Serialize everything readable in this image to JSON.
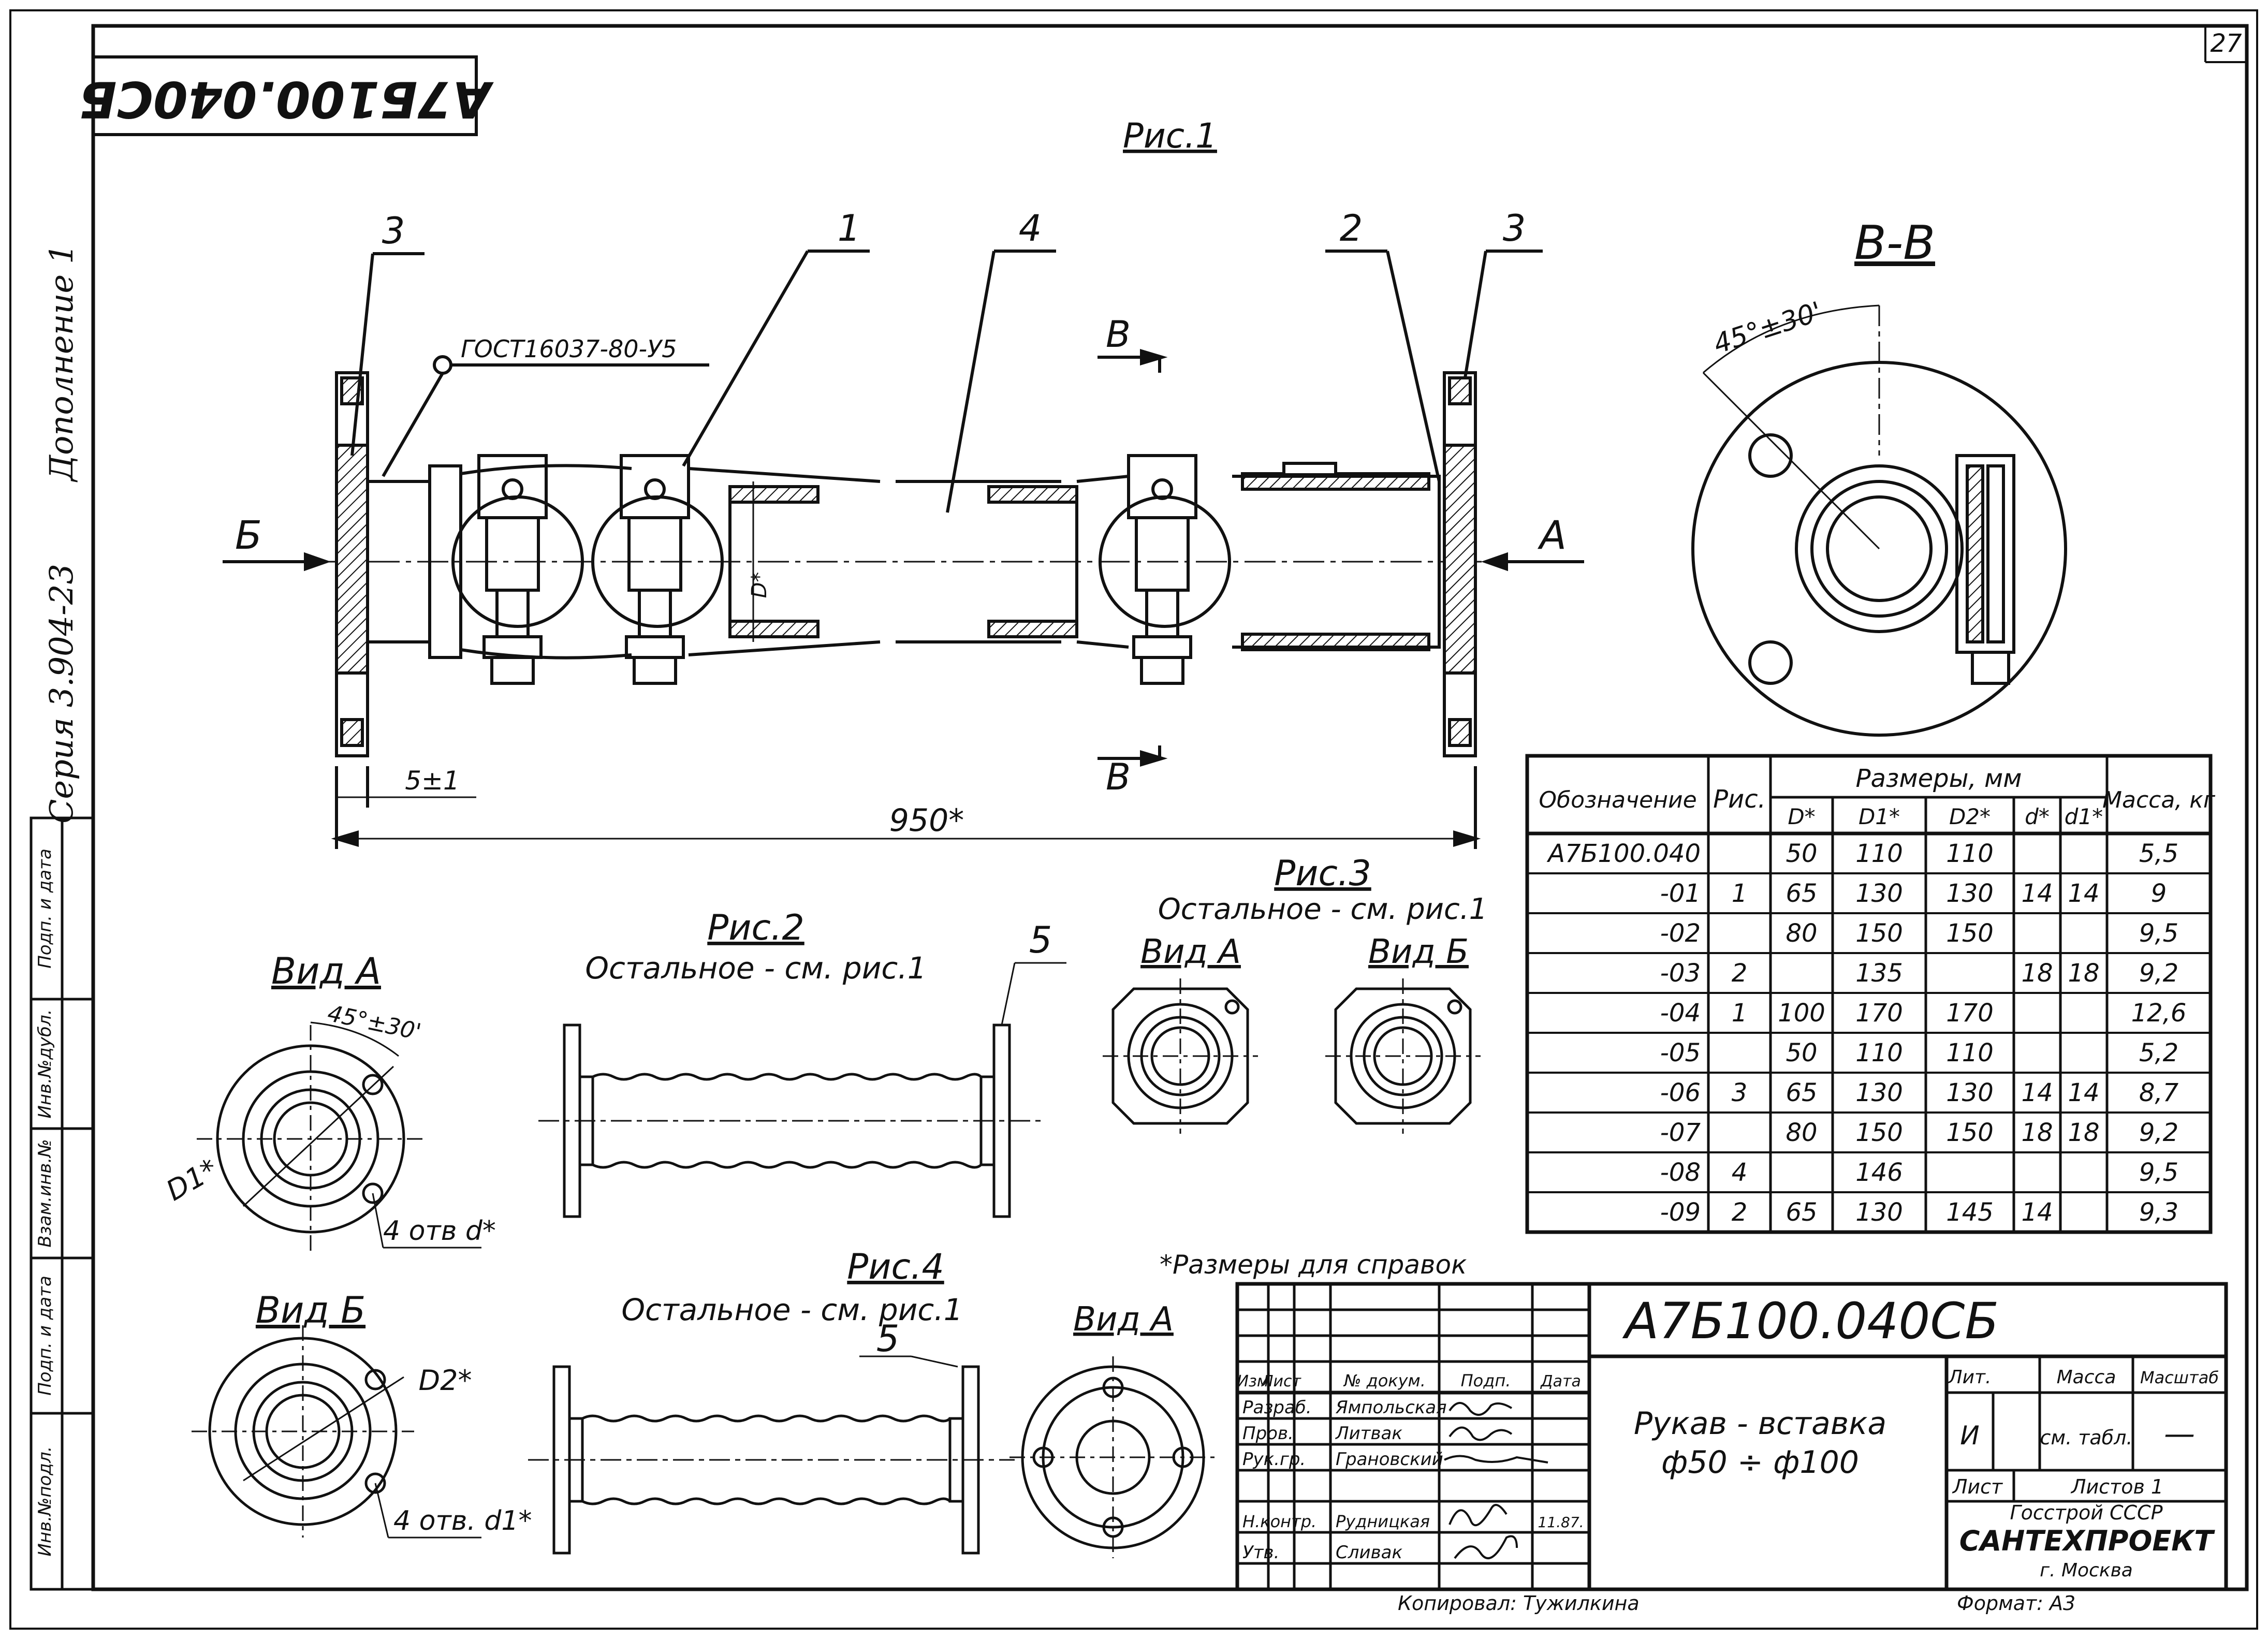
{
  "sheet": {
    "page_number": "27",
    "code_stamp": "А7Б100.040СБ",
    "side_text": {
      "supplement": "Дополнение 1",
      "series": "Серия  3.904-23"
    },
    "left_strip": [
      "Инв.№подл.",
      "Подп. и дата",
      "Взам.инв.№",
      "Инв.№дубл.",
      "Подп. и дата"
    ]
  },
  "fig1": {
    "title": "Рис.1",
    "callouts": [
      "3",
      "1",
      "4",
      "2",
      "3"
    ],
    "gost": "ГОСТ16037-80-У5",
    "section_mark": "В",
    "arrow_left": "Б",
    "arrow_right": "А",
    "dim_flange": "5±1",
    "dim_length": "950*",
    "dim_d": "D*"
  },
  "section_bb": {
    "title": "В-В",
    "angle": "45°±30'"
  },
  "fig2": {
    "title": "Рис.2",
    "note": "Остальное - см. рис.1",
    "callout": "5"
  },
  "fig3": {
    "title": "Рис.3",
    "note": "Остальное - см. рис.1",
    "view_a": "Вид А",
    "view_b": "Вид Б"
  },
  "fig4": {
    "title": "Рис.4",
    "note": "Остальное - см. рис.1",
    "callout": "5",
    "view_a": "Вид А"
  },
  "view_a": {
    "title": "Вид А",
    "angle": "45°±30'",
    "dia": "D1*",
    "holes": "4 отв d*"
  },
  "view_b": {
    "title": "Вид Б",
    "dia": "D2*",
    "holes": "4 отв. d1*"
  },
  "ref_note": "*Размеры для справок",
  "table": {
    "headers": {
      "designation": "Обозначение",
      "fig": "Рис.",
      "sizes": "Размеры, мм",
      "D": "D*",
      "D1": "D1*",
      "D2": "D2*",
      "d": "d*",
      "d1": "d1*",
      "mass": "Масса, кг"
    },
    "rows": [
      {
        "des": "А7Б100.040",
        "fig": "",
        "D": "50",
        "D1": "110",
        "D2": "110",
        "d": "",
        "d1": "",
        "mass": "5,5"
      },
      {
        "des": "-01",
        "fig": "1",
        "D": "65",
        "D1": "130",
        "D2": "130",
        "d": "14",
        "d1": "14",
        "mass": "9"
      },
      {
        "des": "-02",
        "fig": "",
        "D": "80",
        "D1": "150",
        "D2": "150",
        "d": "",
        "d1": "",
        "mass": "9,5"
      },
      {
        "des": "-03",
        "fig": "2",
        "D": "",
        "D1": "135",
        "D2": "",
        "d": "18",
        "d1": "18",
        "mass": "9,2"
      },
      {
        "des": "-04",
        "fig": "1",
        "D": "100",
        "D1": "170",
        "D2": "170",
        "d": "",
        "d1": "",
        "mass": "12,6"
      },
      {
        "des": "-05",
        "fig": "",
        "D": "50",
        "D1": "110",
        "D2": "110",
        "d": "",
        "d1": "",
        "mass": "5,2"
      },
      {
        "des": "-06",
        "fig": "3",
        "D": "65",
        "D1": "130",
        "D2": "130",
        "d": "14",
        "d1": "14",
        "mass": "8,7"
      },
      {
        "des": "-07",
        "fig": "",
        "D": "80",
        "D1": "150",
        "D2": "150",
        "d": "18",
        "d1": "18",
        "mass": "9,2"
      },
      {
        "des": "-08",
        "fig": "4",
        "D": "",
        "D1": "146",
        "D2": "",
        "d": "",
        "d1": "",
        "mass": "9,5"
      },
      {
        "des": "-09",
        "fig": "2",
        "D": "65",
        "D1": "130",
        "D2": "145",
        "d": "14",
        "d1": "",
        "mass": "9,3"
      }
    ]
  },
  "titleblock": {
    "code": "А7Б100.040СБ",
    "name_line1": "Рукав - вставка",
    "name_line2": "ф50 ÷ ф100",
    "hdr_izm": "Изм",
    "hdr_list": "Лист",
    "hdr_doc": "№ докум.",
    "hdr_podp": "Подп.",
    "hdr_date": "Дата",
    "role_razrab": "Разраб.",
    "role_prov": "Пров.",
    "role_rukgr": "Рук.гр.",
    "role_nkontr": "Н.контр.",
    "role_utv": "Утв.",
    "name_razrab": "Ямпольская",
    "name_prov": "Литвак",
    "name_rukgr": "Грановский",
    "name_nkontr": "Рудницкая",
    "name_utv": "Сливак",
    "date_nkontr": "11.87.",
    "lit_label": "Лит.",
    "mass_label": "Масса",
    "scale_label": "Масштаб",
    "lit_value": "И",
    "mass_value": "см. табл.",
    "scale_value": "—",
    "sheet_label": "Лист",
    "sheets_label": "Листов 1",
    "org1": "Госстрой    СССР",
    "org2": "САНТЕХПРОЕКТ",
    "org3": "г. Москва",
    "copied": "Копировал: Тужилкина",
    "format": "Формат: А3"
  }
}
